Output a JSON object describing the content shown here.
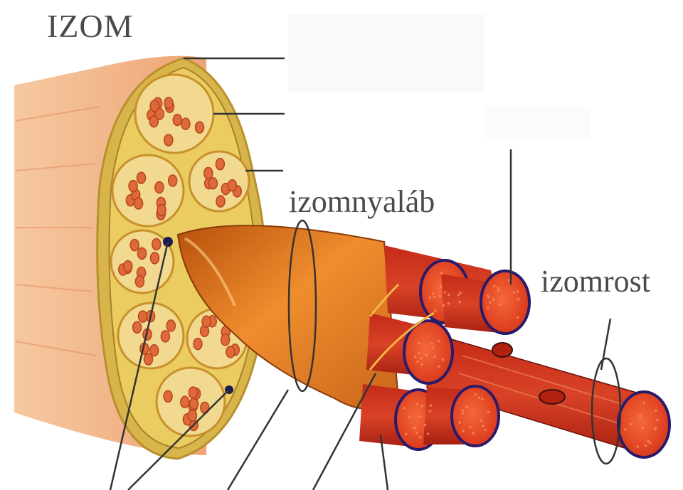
{
  "labels": {
    "title": "IZOM",
    "bundle": "izomnyaláb",
    "fiber": "izomrost"
  },
  "colors": {
    "muscle_body": "#f2b483",
    "muscle_face": "#d8b54a",
    "perimysium": "#e8cc5c",
    "fascicle_fill": "#f1d98f",
    "fascicle_sheath": "#e0902a",
    "fiber_red": "#d9331a",
    "fiber_end": "#ee4a22",
    "fiber_rim": "#2a1a6a",
    "leader_line": "#333333",
    "label_text": "#4a4a4a"
  },
  "icons": [
    "muscle-cross-section",
    "fascicle-bundle",
    "muscle-fiber"
  ]
}
